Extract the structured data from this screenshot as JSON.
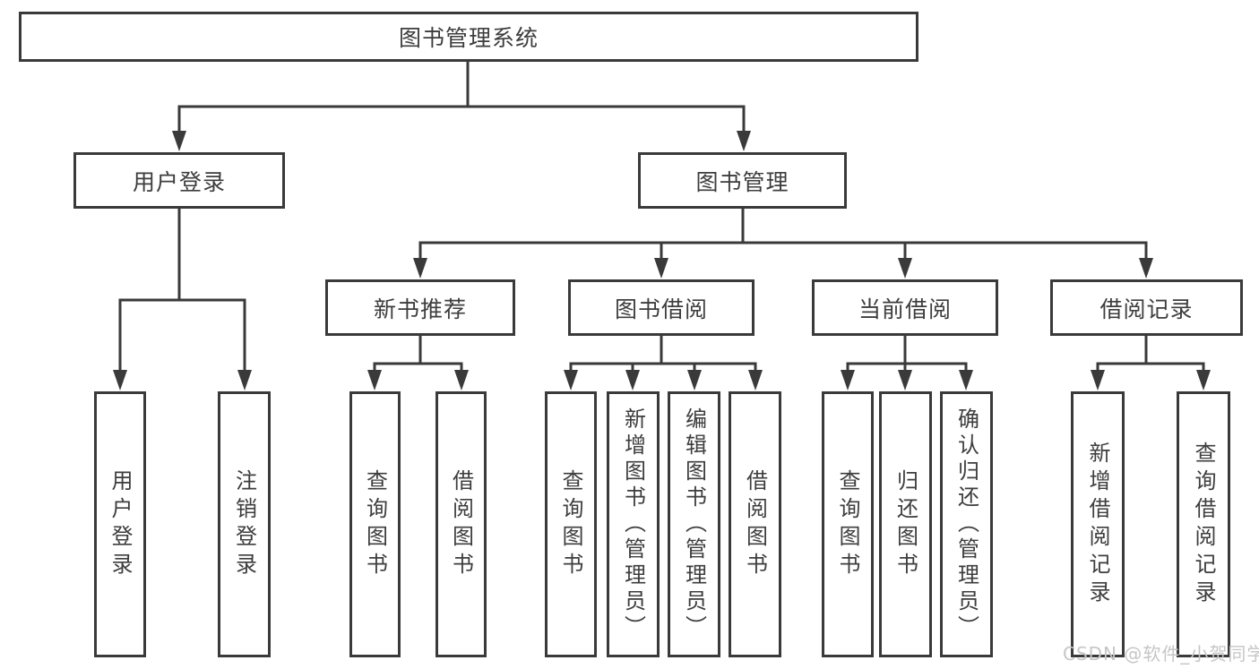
{
  "diagram_type": "hierarchy-tree",
  "colors": {
    "line": "#3A3A3A",
    "text": "#3D3D3D",
    "background": "#FFFFFF",
    "watermark": "#C6C6C6"
  },
  "watermark": {
    "text": "CSDN @软件_小贺同学"
  },
  "tree": {
    "label": "图书管理系统",
    "children": [
      {
        "label": "用户登录",
        "children": [
          {
            "label": "用户登录"
          },
          {
            "label": "注销登录"
          }
        ]
      },
      {
        "label": "图书管理",
        "children": [
          {
            "label": "新书推荐",
            "children": [
              {
                "label": "查询图书"
              },
              {
                "label": "借阅图书"
              }
            ]
          },
          {
            "label": "图书借阅",
            "children": [
              {
                "label": "查询图书"
              },
              {
                "label": "新增图书（管理员）"
              },
              {
                "label": "编辑图书（管理员）"
              },
              {
                "label": "借阅图书"
              }
            ]
          },
          {
            "label": "当前借阅",
            "children": [
              {
                "label": "查询图书"
              },
              {
                "label": "归还图书"
              },
              {
                "label": "确认归还（管理员）"
              }
            ]
          },
          {
            "label": "借阅记录",
            "children": [
              {
                "label": "新增借阅记录"
              },
              {
                "label": "查询借阅记录"
              }
            ]
          }
        ]
      }
    ]
  }
}
